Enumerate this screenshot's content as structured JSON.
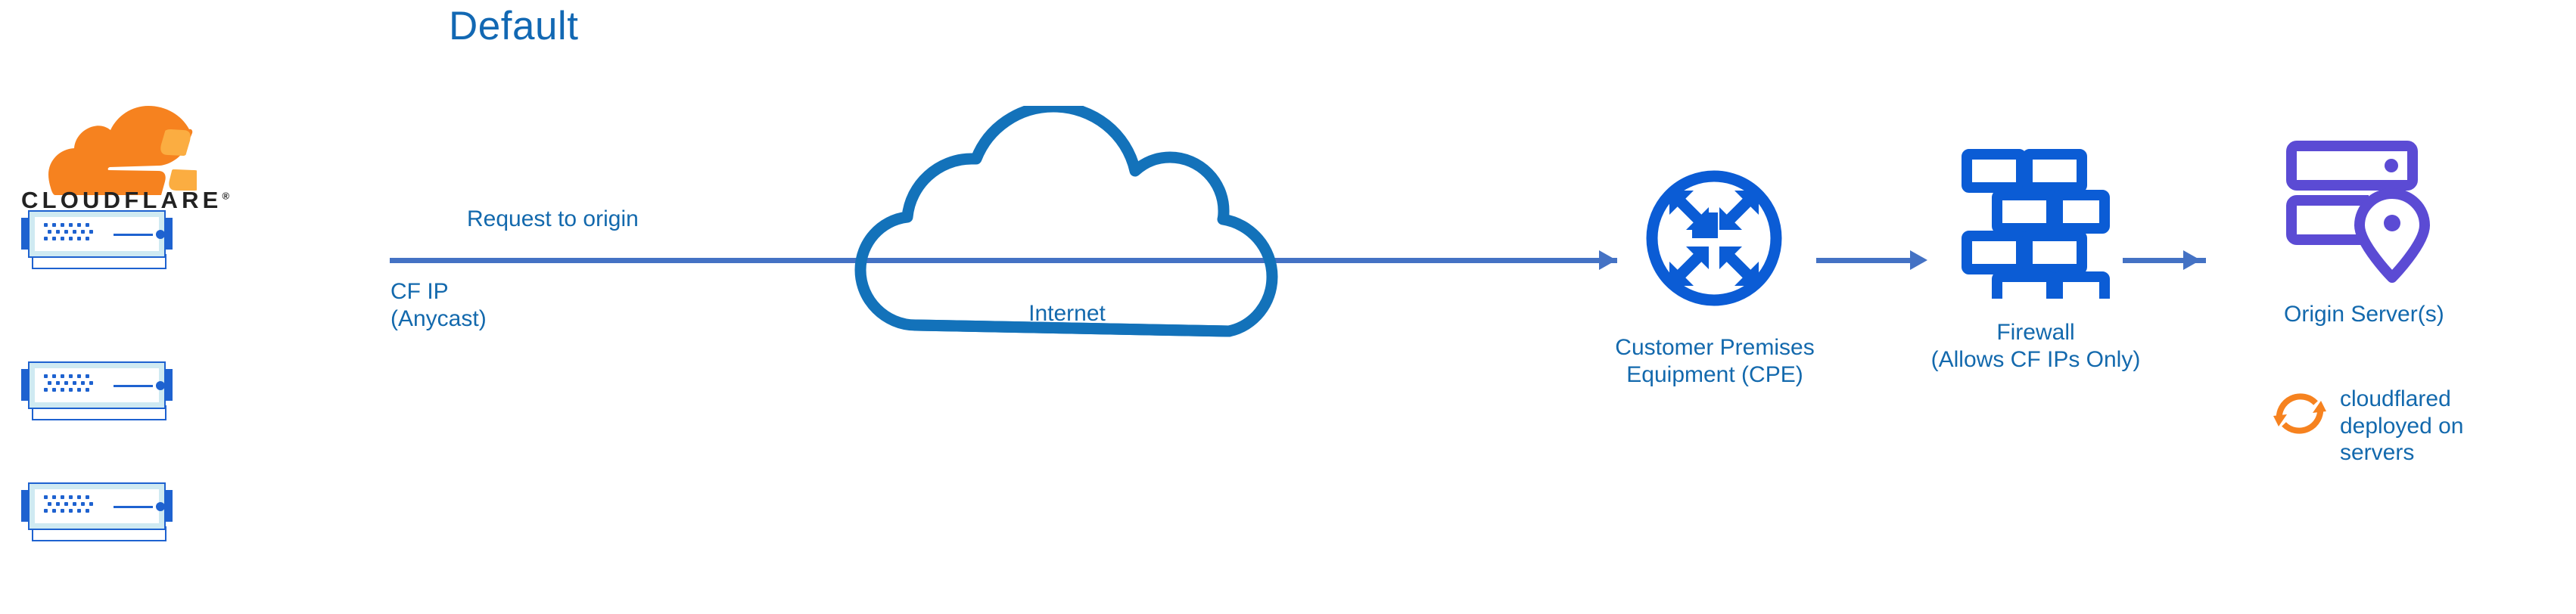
{
  "title": "Default",
  "colors": {
    "title_blue": "#1268B3",
    "label_blue": "#1369AD",
    "arrow_blue": "#4472C4",
    "icon_blue": "#0B5CD5",
    "rack_border": "#1E62D0",
    "rack_fill": "#CFEAF2",
    "origin_purple": "#5B4BD4",
    "cloudflare_orange": "#F6821F",
    "cloudflare_orange_light": "#FBAD41",
    "wordmark_black": "#222222"
  },
  "brand": {
    "wordmark": "CLOUDFLARE",
    "registered_mark": "®",
    "logo_icon": "cloudflare-cloud-logo"
  },
  "edges": {
    "request_label": "Request to origin",
    "cf_ip_line1": "CF IP",
    "cf_ip_line2": "(Anycast)"
  },
  "nodes": {
    "servers": {
      "icon": "server-rack-icon",
      "count": 3
    },
    "internet": {
      "icon": "cloud-icon",
      "label": "Internet"
    },
    "cpe": {
      "icon": "router-icon",
      "label_line1": "Customer Premises",
      "label_line2": "Equipment (CPE)"
    },
    "firewall": {
      "icon": "brick-wall-icon",
      "label_line1": "Firewall",
      "label_line2": "(Allows CF IPs Only)"
    },
    "origin": {
      "icon": "server-location-icon",
      "label": "Origin Server(s)"
    },
    "cloudflared": {
      "icon": "sync-arrows-icon",
      "label_line1": "cloudflared",
      "label_line2": "deployed on",
      "label_line3": "servers"
    }
  }
}
